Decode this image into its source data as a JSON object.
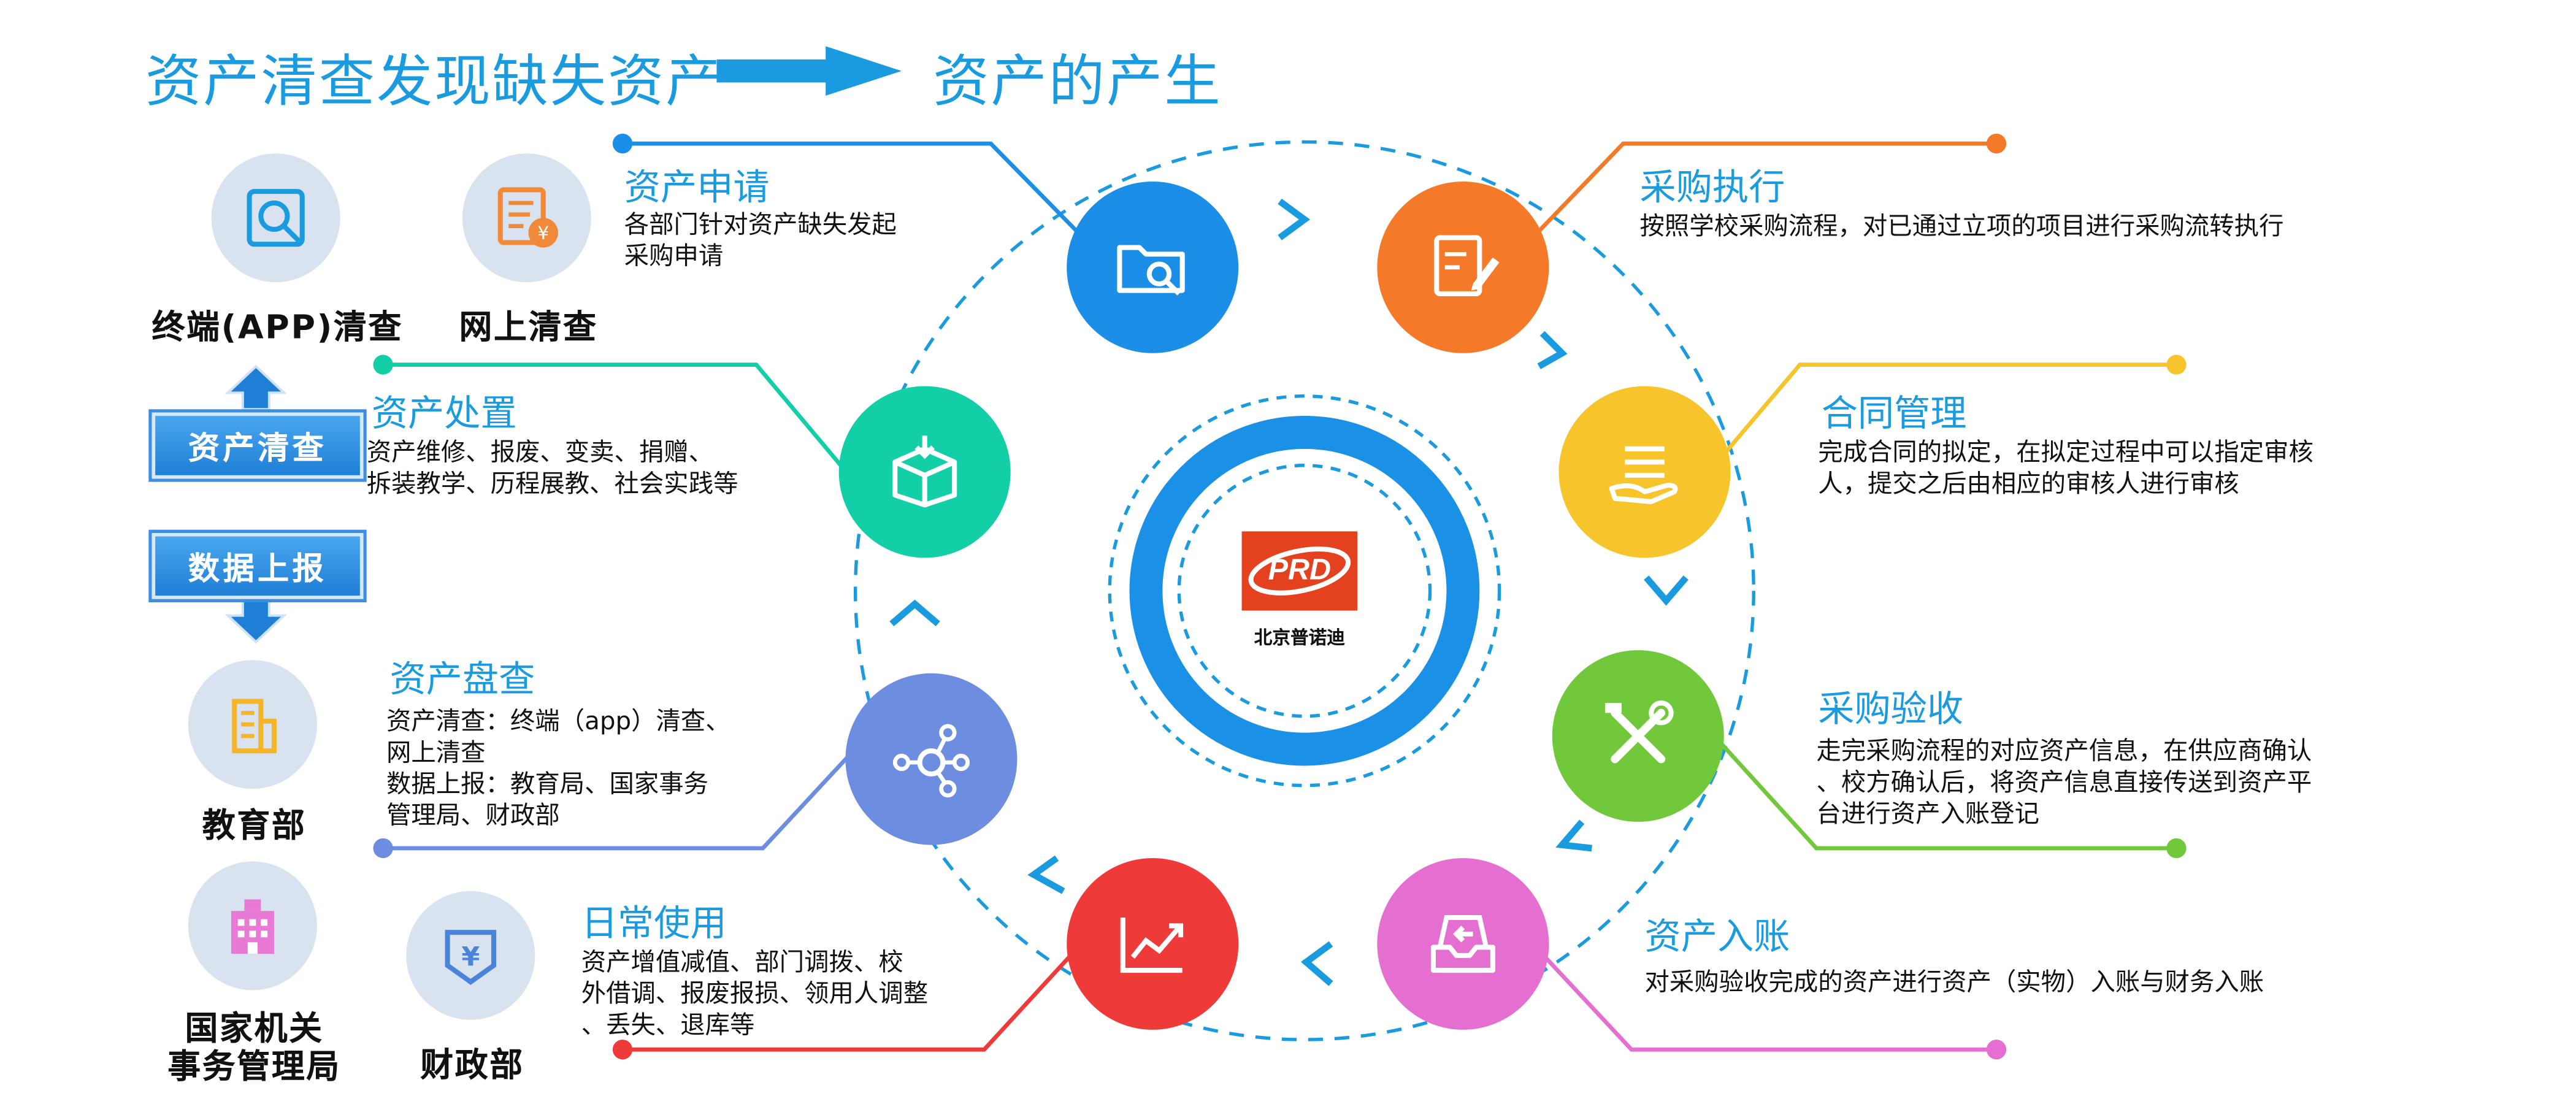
{
  "header": {
    "left": "资产清查发现缺失资产",
    "right": "资产的产生"
  },
  "left_panel": {
    "terminal_check": "终端(APP)清查",
    "online_check": "网上清查",
    "asset_check_btn": "资产清查",
    "data_report_btn": "数据上报",
    "education_bureau": "教育部",
    "gov_office": [
      "国家机关",
      "事务管理局"
    ],
    "finance_ministry": "财政部"
  },
  "steps": {
    "apply": {
      "title": "资产申请",
      "desc": [
        "各部门针对资产缺失发起",
        "采购申请"
      ]
    },
    "dispose": {
      "title": "资产处置",
      "desc": [
        "资产维修、报废、变卖、捐赠、",
        "拆装教学、历程展教、社会实践等"
      ]
    },
    "inventory": {
      "title": "资产盘查",
      "desc": [
        "资产清查：终端（app）清查、",
        "网上清查",
        "数据上报：教育局、国家事务",
        "管理局、财政部"
      ]
    },
    "daily": {
      "title": "日常使用",
      "desc": [
        "资产增值减值、部门调拨、校",
        "外借调、报废报损、领用人调整",
        "、丢失、退库等"
      ]
    },
    "purchase": {
      "title": "采购执行",
      "desc": [
        "按照学校采购流程，对已通过立项的项目进行采购流转执行"
      ]
    },
    "contract": {
      "title": "合同管理",
      "desc": [
        "完成合同的拟定，在拟定过程中可以指定审核",
        "人，提交之后由相应的审核人进行审核"
      ]
    },
    "acceptance": {
      "title": "采购验收",
      "desc": [
        "走完采购流程的对应资产信息，在供应商确认",
        "、校方确认后，将资产信息直接传送到资产平",
        "台进行资产入账登记"
      ]
    },
    "entry": {
      "title": "资产入账",
      "desc": [
        "对采购验收完成的资产进行资产（实物）入账与财务入账"
      ]
    }
  },
  "center": {
    "logo_text": "PRD",
    "company": "北京普诺迪"
  },
  "colors": {
    "apply": "#1b8fe8",
    "purchase": "#f47a2a",
    "contract": "#f7c52b",
    "acceptance": "#72c83b",
    "entry": "#e56fd0",
    "daily": "#ef3a3a",
    "inventory": "#6d8ee0",
    "dispose": "#12cfa8",
    "accent": "#1a9be0"
  }
}
